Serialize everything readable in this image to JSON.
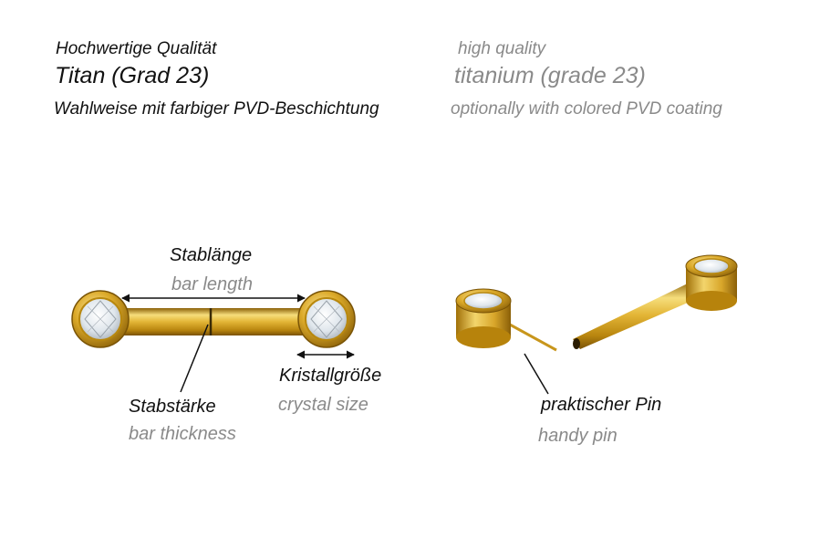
{
  "header": {
    "quality_de": "Hochwertige Qualität",
    "quality_en": "high quality",
    "material_de": "Titan (Grad 23)",
    "material_en": "titanium (grade 23)",
    "coating_de": "Wahlweise mit farbiger PVD-Beschichtung",
    "coating_en": "optionally with colored PVD coating"
  },
  "labels": {
    "bar_length_de": "Stablänge",
    "bar_length_en": "bar length",
    "crystal_size_de": "Kristallgröße",
    "crystal_size_en": "crystal size",
    "bar_thickness_de": "Stabstärke",
    "bar_thickness_en": "bar thickness",
    "pin_de": "praktischer Pin",
    "pin_en": "handy pin"
  },
  "colors": {
    "gold": "#d9a520",
    "gold_dark": "#a87a10",
    "gold_light": "#f6de7c",
    "crystal": "#eef3f7",
    "text_de": "#111111",
    "text_en": "#8a8a8a"
  }
}
